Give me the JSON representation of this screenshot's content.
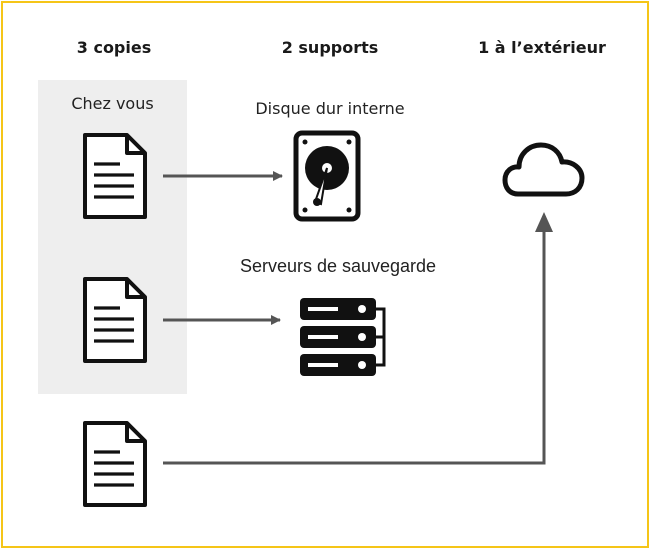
{
  "headers": {
    "copies": "3 copies",
    "supports": "2 supports",
    "outside": "1 à l’extérieur"
  },
  "home_label": "Chez vous",
  "disk_label": "Disque dur interne",
  "servers_label": "Serveurs de sauvegarde",
  "colors": {
    "frame": "#f5c518",
    "home_background": "#eeeeee",
    "icon": "#111111",
    "arrow": "#555555"
  },
  "icons": [
    "document-icon",
    "document-icon",
    "document-icon",
    "hard-drive-icon",
    "server-icon",
    "cloud-icon"
  ]
}
